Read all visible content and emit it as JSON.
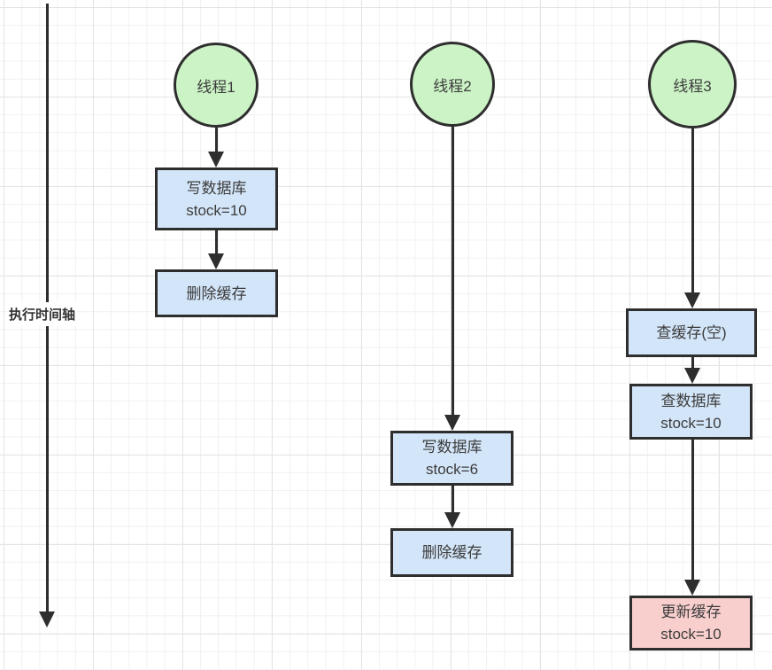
{
  "timeline": {
    "label": "执行时间轴"
  },
  "threads": [
    {
      "name": "线程1",
      "steps": [
        {
          "line1": "写数据库",
          "line2": "stock=10"
        },
        {
          "line1": "删除缓存",
          "line2": ""
        }
      ]
    },
    {
      "name": "线程2",
      "steps": [
        {
          "line1": "写数据库",
          "line2": "stock=6"
        },
        {
          "line1": "删除缓存",
          "line2": ""
        }
      ]
    },
    {
      "name": "线程3",
      "steps": [
        {
          "line1": "查缓存(空)",
          "line2": ""
        },
        {
          "line1": "查数据库",
          "line2": "stock=10"
        },
        {
          "line1": "更新缓存",
          "line2": "stock=10"
        }
      ]
    }
  ],
  "colors": {
    "thread_node_fill": "#ccf3c6",
    "process_box_fill": "#d3e5f8",
    "highlight_box_fill": "#f9cfce",
    "stroke": "#2e2e2e",
    "text": "#3c3c3c",
    "grid_minor": "#f1f1f1",
    "grid_major": "#e4e4e4"
  }
}
